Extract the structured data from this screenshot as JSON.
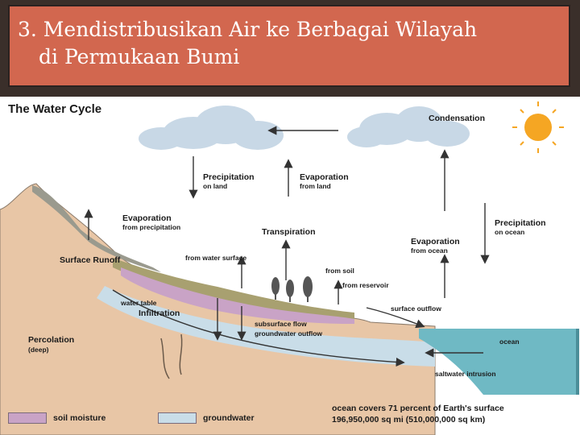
{
  "slide": {
    "title_line1": "3. Mendistribusikan Air ke Berbagai Wilayah",
    "title_line2": "di Permukaan Bumi"
  },
  "diagram": {
    "heading": "The Water Cycle",
    "labels": {
      "condensation": "Condensation",
      "precip_land_1": "Precipitation",
      "precip_land_2": "on land",
      "evap_land_1": "Evaporation",
      "evap_land_2": "from land",
      "precip_ocean_1": "Precipitation",
      "precip_ocean_2": "on ocean",
      "evap_ocean_1": "Evaporation",
      "evap_ocean_2": "from ocean",
      "evap_precip_1": "Evaporation",
      "evap_precip_2": "from precipitation",
      "transpiration": "Transpiration",
      "surface_runoff": "Surface Runoff",
      "from_water_surface": "from water surface",
      "from_soil": "from soil",
      "from_reservoir": "from reservoir",
      "water_table": "water table",
      "infiltration": "Infiltration",
      "surface_outflow": "surface outflow",
      "subsurface_flow": "subsurface flow",
      "groundwater_outflow": "groundwater outflow",
      "percolation_1": "Percolation",
      "percolation_2": "(deep)",
      "ocean": "ocean",
      "saltwater_intrusion": "saltwater intrusion"
    },
    "legend": {
      "soil_moisture": "soil moisture",
      "groundwater": "groundwater",
      "soil_color": "#c9a3c6",
      "groundwater_color": "#c9dde8"
    },
    "footnote_line1": "ocean covers 71 percent of Earth's surface",
    "footnote_line2": "196,950,000 sq mi (510,000,000 sq km)",
    "colors": {
      "title_bg": "#d2674f",
      "land": "#e8c6a6",
      "ocean": "#6fb9c4",
      "vegetation": "#a8a070",
      "sun": "#f5a623"
    }
  }
}
